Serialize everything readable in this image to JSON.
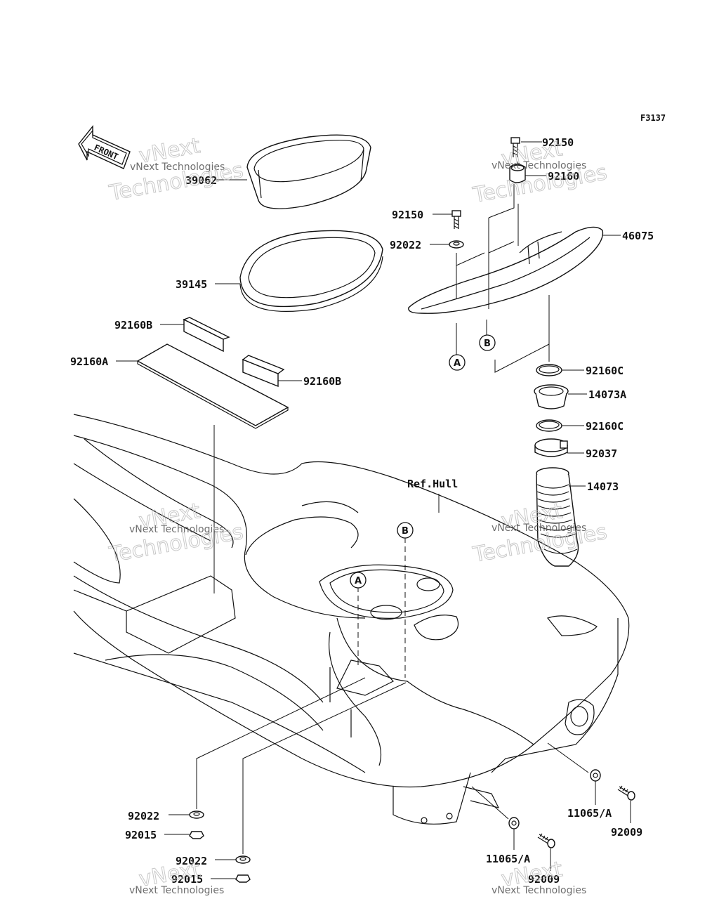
{
  "figure_code": "F3137",
  "front_arrow_label": "FRONT",
  "ref_label": "Ref.Hull",
  "callouts": {
    "a": "A",
    "b": "B"
  },
  "watermark": {
    "line1": "vNext Technologies",
    "line2": "Technologies",
    "line3": "vNext"
  },
  "parts": {
    "p39062": "39062",
    "p39145": "39145",
    "p92160B_1": "92160B",
    "p92160B_2": "92160B",
    "p92160A": "92160A",
    "p92150_1": "92150",
    "p92150_2": "92150",
    "p92160_top": "92160",
    "p46075": "46075",
    "p92022_top": "92022",
    "p92160C_1": "92160C",
    "p14073A": "14073A",
    "p92160C_2": "92160C",
    "p92037": "92037",
    "p14073": "14073",
    "p92022_b1": "92022",
    "p92015_b1": "92015",
    "p92022_b2": "92022",
    "p92015_b2": "92015",
    "p11065A_1": "11065/A",
    "p92009_1": "92009",
    "p11065A_2": "11065/A",
    "p92009_2": "92009"
  }
}
